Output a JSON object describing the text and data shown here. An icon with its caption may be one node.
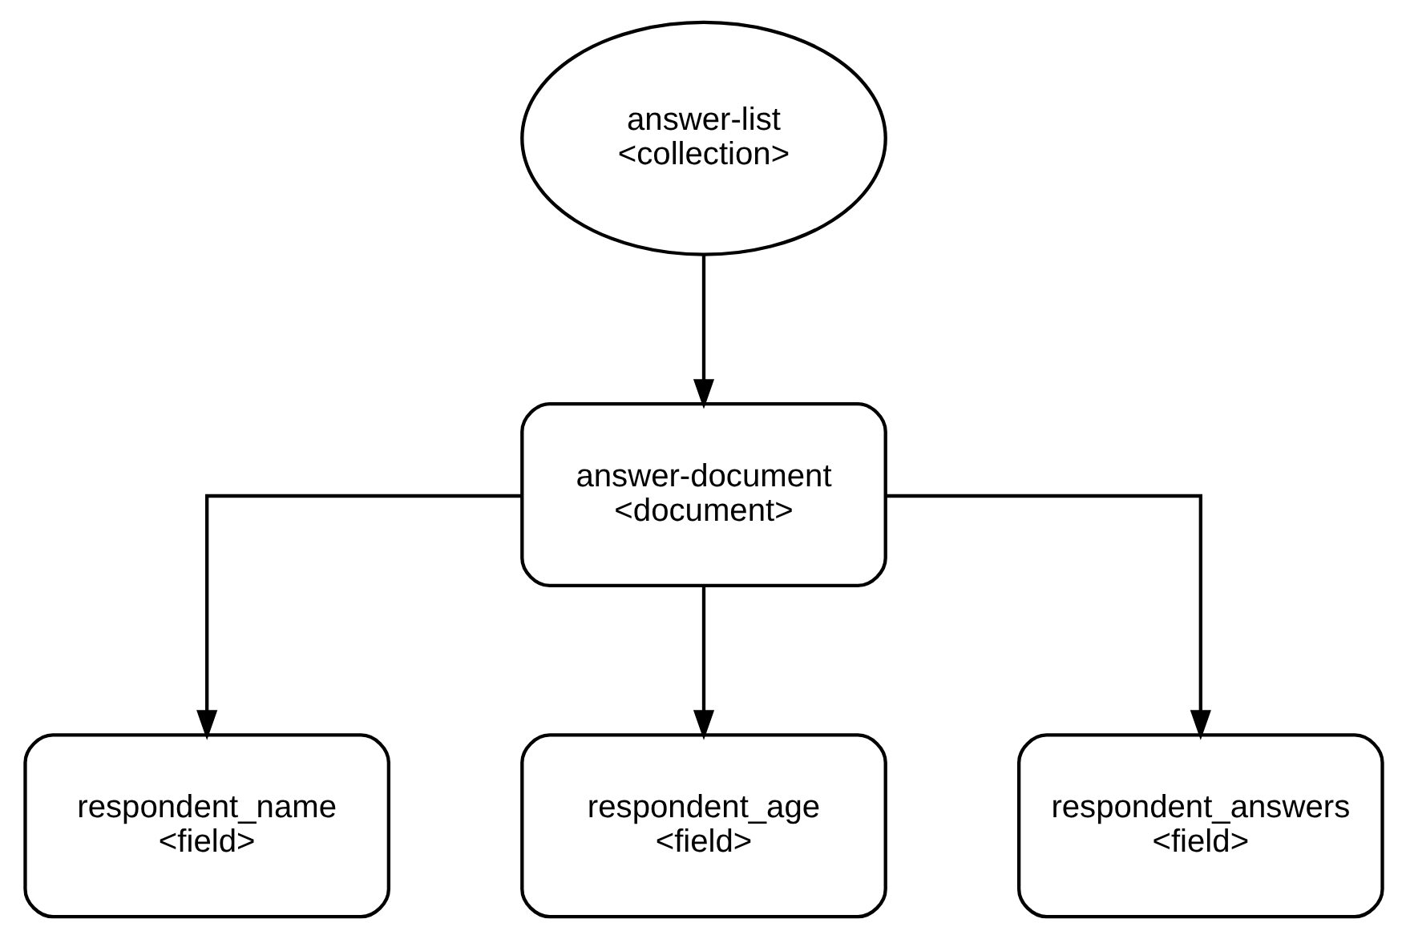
{
  "diagram": {
    "nodes": [
      {
        "text": [
          "answer-list",
          "<collection>"
        ]
      },
      {
        "text": [
          "answer-document",
          "<document>"
        ]
      },
      {
        "text": [
          "respondent_name",
          "<field>"
        ]
      },
      {
        "text": [
          "respondent_age",
          "<field>"
        ]
      },
      {
        "text": [
          "respondent_answers",
          "<field>"
        ]
      }
    ],
    "edges": [
      {
        "from": 0,
        "to": 1,
        "arrow": "to"
      },
      {
        "from": 1,
        "to": 2,
        "arrow": "to"
      },
      {
        "from": 1,
        "to": 3,
        "arrow": "to"
      },
      {
        "from": 1,
        "to": 4,
        "arrow": "to"
      }
    ]
  }
}
